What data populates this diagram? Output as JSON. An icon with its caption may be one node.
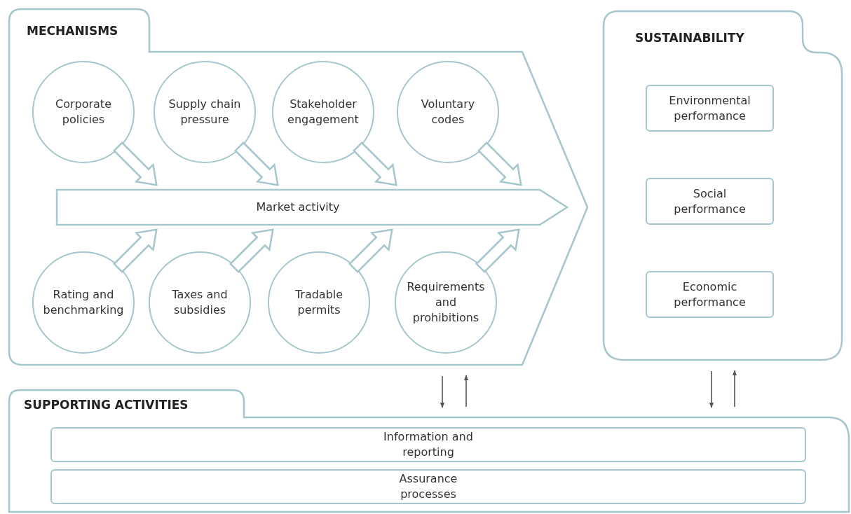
{
  "diagram": {
    "nodes": [
      {
        "text": [
          "MECHANISMS"
        ]
      },
      {
        "text": [
          "Corporate policies"
        ],
        "in": 0
      },
      {
        "text": [
          "Supply chain pressure"
        ],
        "in": 0
      },
      {
        "text": [
          "Stakeholder engagement"
        ],
        "in": 0
      },
      {
        "text": [
          "Voluntary codes"
        ],
        "in": 0
      },
      {
        "text": [
          "Market activity"
        ],
        "in": 0
      },
      {
        "text": [
          "Rating and benchmarking"
        ],
        "in": 0
      },
      {
        "text": [
          "Taxes and subsidies"
        ],
        "in": 0
      },
      {
        "text": [
          "Tradable permits"
        ],
        "in": 0
      },
      {
        "text": [
          "Requirements and prohibitions"
        ],
        "in": 0
      },
      {
        "text": [
          "SUSTAINABILITY"
        ]
      },
      {
        "text": [
          "Environmental performance"
        ],
        "in": 10
      },
      {
        "text": [
          "Social performance"
        ],
        "in": 10
      },
      {
        "text": [
          "Economic performance"
        ],
        "in": 10
      },
      {
        "text": [
          "SUPPORTING ACTIVITIES"
        ]
      },
      {
        "text": [
          "Information and reporting"
        ],
        "in": 14
      },
      {
        "text": [
          "Assurance processes"
        ],
        "in": 14
      }
    ],
    "edges": [
      {
        "from": 1,
        "to": 5,
        "arrow": "to",
        "style": "thick"
      },
      {
        "from": 2,
        "to": 5,
        "arrow": "to",
        "style": "thick"
      },
      {
        "from": 3,
        "to": 5,
        "arrow": "to",
        "style": "thick"
      },
      {
        "from": 4,
        "to": 5,
        "arrow": "to",
        "style": "thick"
      },
      {
        "from": 6,
        "to": 5,
        "arrow": "to",
        "style": "thick"
      },
      {
        "from": 7,
        "to": 5,
        "arrow": "to",
        "style": "thick"
      },
      {
        "from": 8,
        "to": 5,
        "arrow": "to",
        "style": "thick"
      },
      {
        "from": 9,
        "to": 5,
        "arrow": "to",
        "style": "thick"
      },
      {
        "from": 0,
        "to": 14,
        "arrow": "to",
        "color": "#555555"
      },
      {
        "from": 14,
        "to": 0,
        "arrow": "to",
        "color": "#555555"
      },
      {
        "from": 10,
        "to": 14,
        "arrow": "to",
        "color": "#555555"
      },
      {
        "from": 14,
        "to": 10,
        "arrow": "to",
        "color": "#555555"
      }
    ]
  }
}
